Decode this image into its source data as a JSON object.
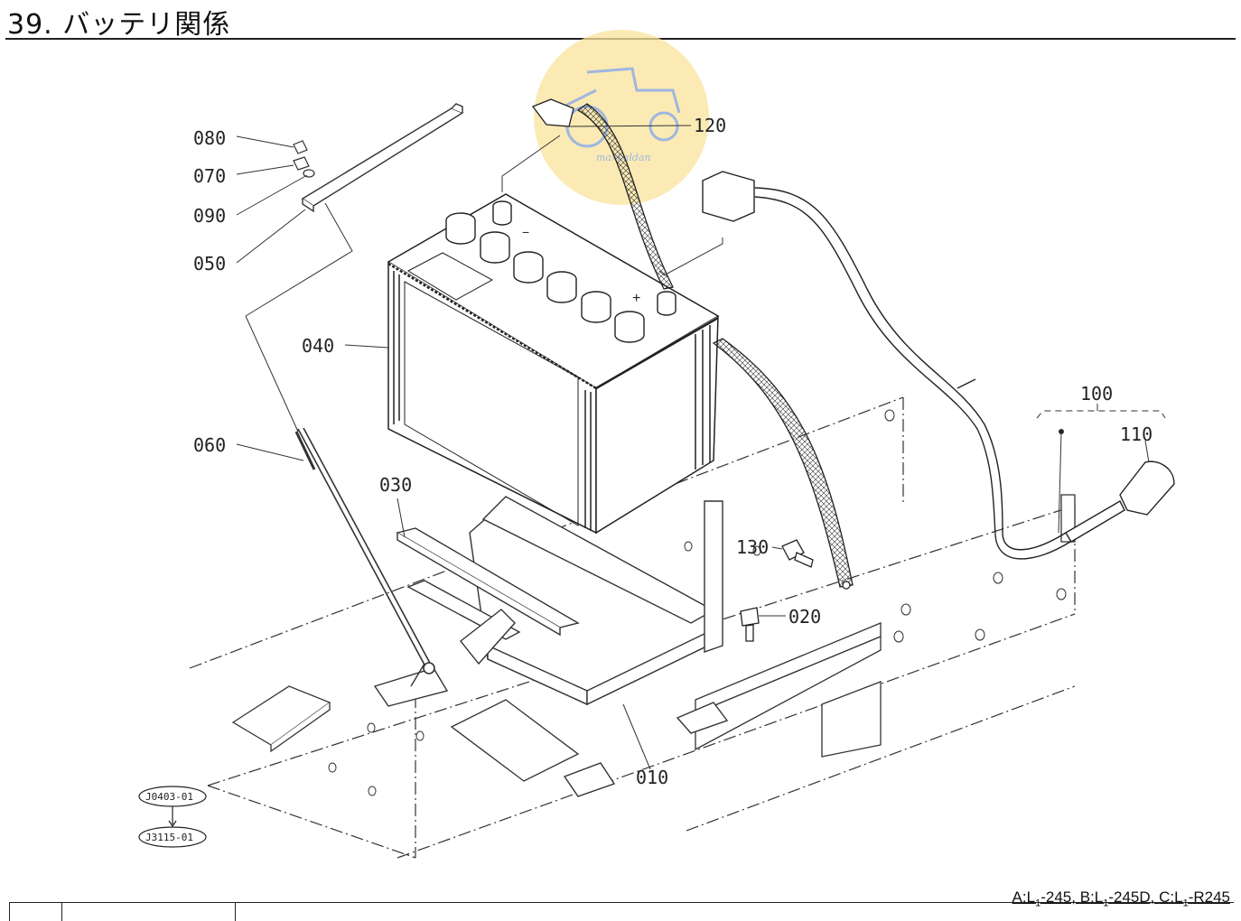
{
  "header": {
    "title": "39. バッテリ関係"
  },
  "parts": [
    {
      "id": "080",
      "label": "080"
    },
    {
      "id": "070",
      "label": "070"
    },
    {
      "id": "090",
      "label": "090"
    },
    {
      "id": "050",
      "label": "050"
    },
    {
      "id": "040",
      "label": "040"
    },
    {
      "id": "060",
      "label": "060"
    },
    {
      "id": "030",
      "label": "030"
    },
    {
      "id": "010",
      "label": "010"
    },
    {
      "id": "020",
      "label": "020"
    },
    {
      "id": "130",
      "label": "130"
    },
    {
      "id": "120",
      "label": "120"
    },
    {
      "id": "100",
      "label": "100"
    },
    {
      "id": "110",
      "label": "110"
    }
  ],
  "references": [
    "J0403-01",
    "J3115-01"
  ],
  "watermark": {
    "text": "maxkaldan"
  },
  "footer": {
    "a_prefix": "A:L",
    "a_sub": "1",
    "a_rest": "-245, ",
    "b_prefix": "B:L",
    "b_sub": "1",
    "b_rest": "-245D, ",
    "c_prefix": "C:L",
    "c_sub": "1",
    "c_rest": "-R245"
  }
}
